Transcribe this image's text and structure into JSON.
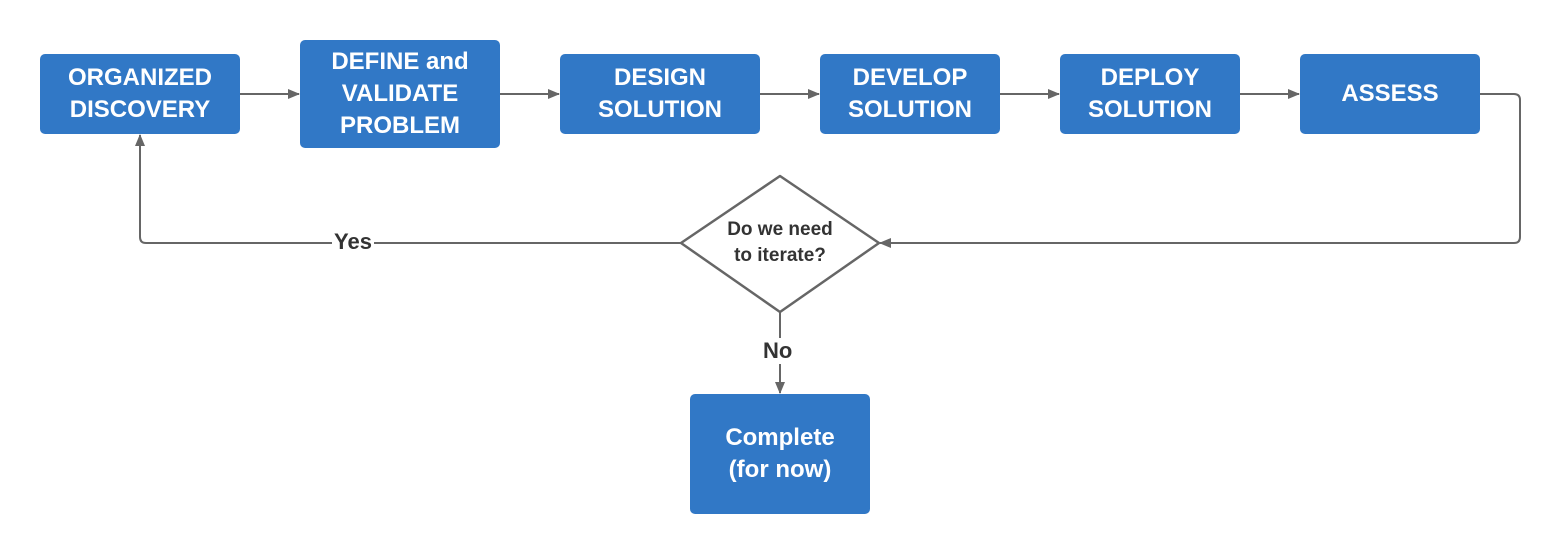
{
  "nodes": {
    "organized_discovery": "ORGANIZED\nDISCOVERY",
    "define_validate": "DEFINE and\nVALIDATE\nPROBLEM",
    "design_solution": "DESIGN\nSOLUTION",
    "develop_solution": "DEVELOP\nSOLUTION",
    "deploy_solution": "DEPLOY\nSOLUTION",
    "assess": "ASSESS",
    "decision": "Do we need\nto iterate?",
    "complete": "Complete\n(for now)"
  },
  "edge_labels": {
    "yes": "Yes",
    "no": "No"
  },
  "colors": {
    "node_fill": "#3178c6",
    "node_text": "#ffffff",
    "connector": "#666666",
    "label_text": "#333333"
  }
}
